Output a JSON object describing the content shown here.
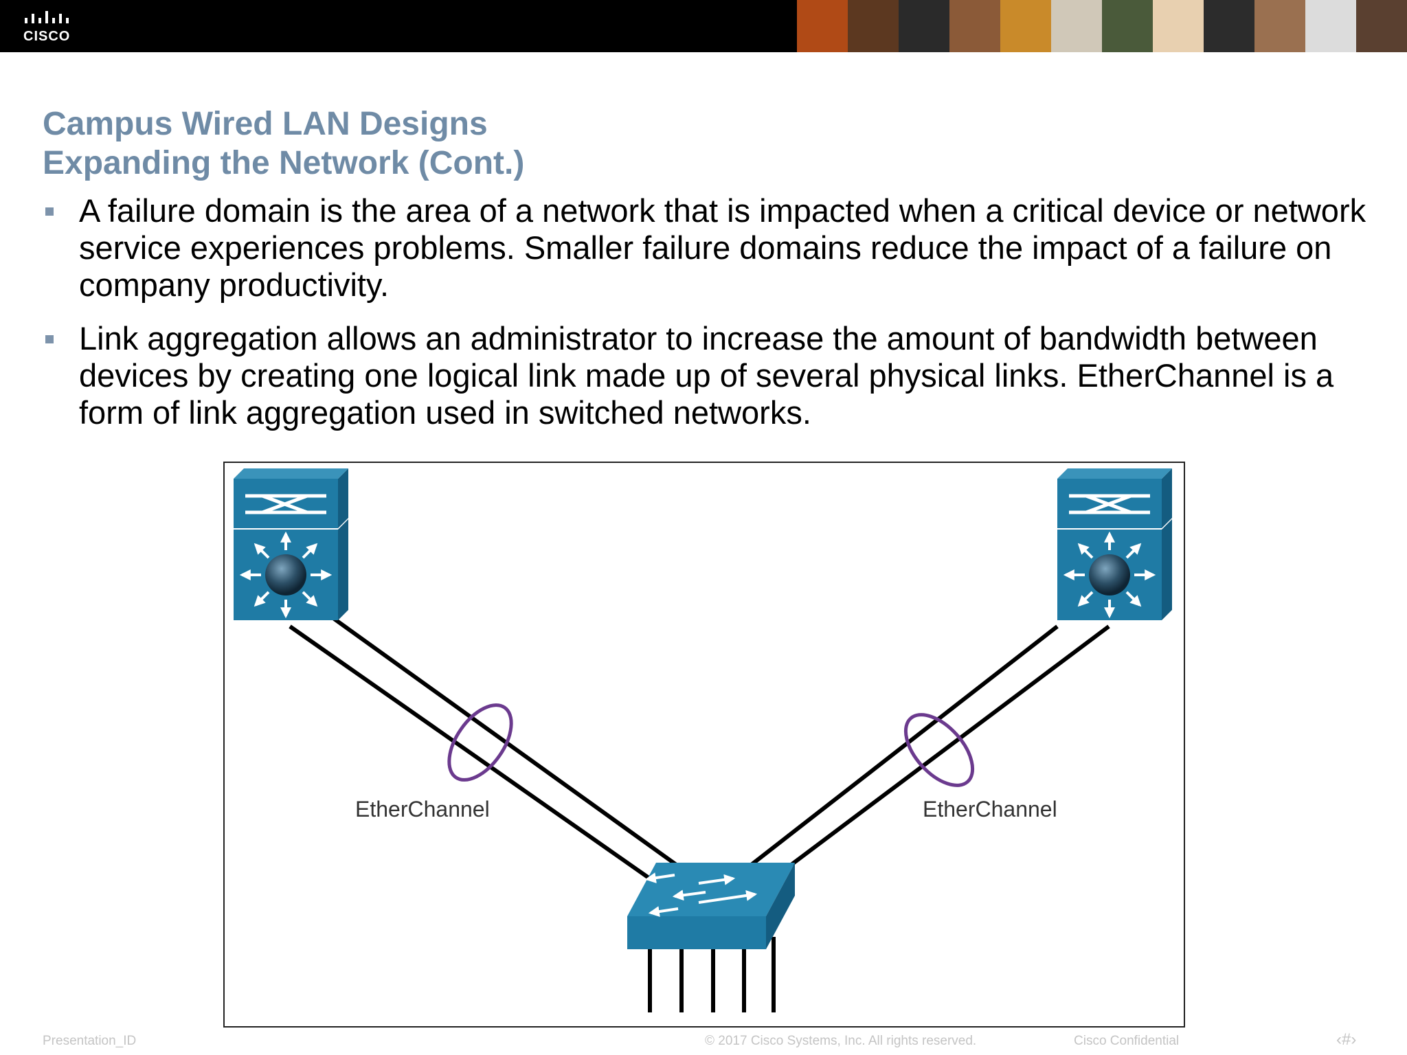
{
  "header": {
    "brand": "CISCO",
    "photo_colors": [
      "#b04a16",
      "#5c3820",
      "#2a2a2a",
      "#8b5a38",
      "#c98a2a",
      "#d0c8b8",
      "#4a5a3a",
      "#e8d0b0",
      "#2c2c2c",
      "#9a7050",
      "#dcdcdc",
      "#5a4030"
    ]
  },
  "slide": {
    "title_line1": "Campus Wired LAN Designs",
    "title_line2": "Expanding the Network (Cont.)",
    "bullets": [
      "A failure domain is the area of a network that is impacted when a critical device or network service experiences problems.  Smaller failure domains reduce the impact of a failure on company productivity.",
      "Link aggregation allows an administrator to increase the amount of bandwidth between devices by creating one logical link made up of several physical links. EtherChannel is a form of link aggregation used in switched networks."
    ]
  },
  "diagram": {
    "left_label": "EtherChannel",
    "right_label": "EtherChannel",
    "device_color": "#1f7ba5",
    "ring_color": "#6b3a8e"
  },
  "footer": {
    "presentation_id": "Presentation_ID",
    "copyright": "© 2017 Cisco Systems, Inc. All rights reserved.",
    "confidential": "Cisco Confidential",
    "page_marker": "‹#›"
  },
  "colors": {
    "title": "#6f8ba6",
    "bullet_marker": "#7d93ab",
    "footer_text": "#c4c4c4"
  }
}
